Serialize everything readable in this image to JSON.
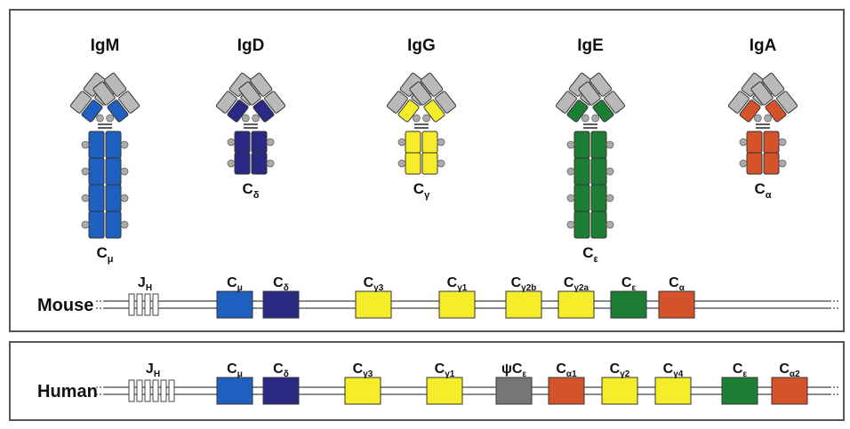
{
  "colors": {
    "mu": "#1f5fbf",
    "delta": "#2a2a85",
    "gamma": "#f5ec2a",
    "epsilon": "#1e7d35",
    "alpha": "#d4532a",
    "pseudo": "#777777",
    "variable": "#b9b9b9",
    "stroke": "#333333"
  },
  "antibodies": [
    {
      "name": "IgM",
      "constant": "μ",
      "color": "mu"
    },
    {
      "name": "IgD",
      "constant": "δ",
      "color": "delta"
    },
    {
      "name": "IgG",
      "constant": "γ",
      "color": "gamma"
    },
    {
      "name": "IgE",
      "constant": "ε",
      "color": "epsilon"
    },
    {
      "name": "IgA",
      "constant": "α",
      "color": "alpha"
    }
  ],
  "mouse": {
    "label": "Mouse",
    "jh": "H",
    "genes": [
      {
        "sub": "μ",
        "color": "mu"
      },
      {
        "sub": "δ",
        "color": "delta"
      },
      {
        "sub": "γ3",
        "color": "gamma"
      },
      {
        "sub": "γ1",
        "color": "gamma"
      },
      {
        "sub": "γ2b",
        "color": "gamma"
      },
      {
        "sub": "γ2a",
        "color": "gamma"
      },
      {
        "sub": "ε",
        "color": "epsilon"
      },
      {
        "sub": "α",
        "color": "alpha"
      }
    ]
  },
  "human": {
    "label": "Human",
    "jh": "H",
    "genes": [
      {
        "sub": "μ",
        "color": "mu"
      },
      {
        "sub": "δ",
        "color": "delta"
      },
      {
        "sub": "γ3",
        "color": "gamma"
      },
      {
        "sub": "γ1",
        "color": "gamma"
      },
      {
        "sub": "ε",
        "prefix": "ψ",
        "color": "pseudo"
      },
      {
        "sub": "α1",
        "color": "alpha"
      },
      {
        "sub": "γ2",
        "color": "gamma"
      },
      {
        "sub": "γ4",
        "color": "gamma"
      },
      {
        "sub": "ε",
        "color": "epsilon"
      },
      {
        "sub": "α2",
        "color": "alpha"
      }
    ]
  }
}
